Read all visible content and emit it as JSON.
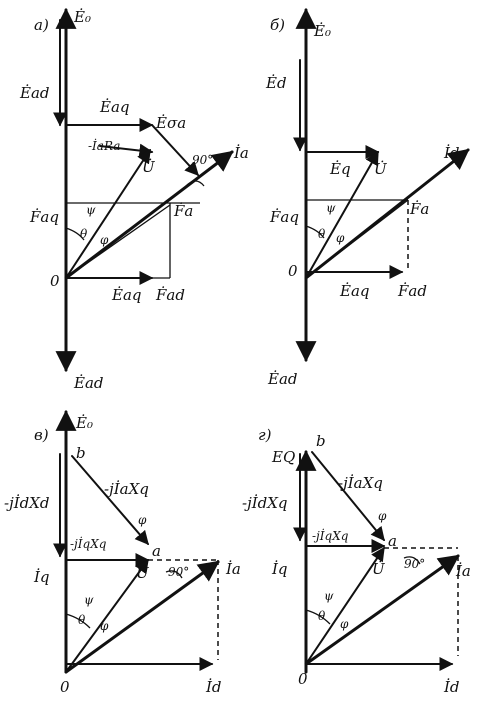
{
  "panels": {
    "a": {
      "tag": "а)",
      "E0": "Ė₀",
      "Ead": "Ėad",
      "Eaq": "Ėaq",
      "Esa": "Ėσa",
      "IaRa": "-İaRa",
      "U": "U̇",
      "angle": "90°",
      "Ia": "İa",
      "Faq": "Ḟaq",
      "psi": "ψ",
      "theta": "θ",
      "phi": "φ",
      "Fa": "Ḟa",
      "origin": "0",
      "Eaq2": "Ėaq",
      "Fad": "Ḟad",
      "Ead2": "Ėad"
    },
    "b": {
      "tag": "б)",
      "E0": "Ė₀",
      "Ed": "Ėd",
      "Eq": "Ėq",
      "U": "U̇",
      "Id": "İd",
      "Faq": "Ḟaq",
      "psi": "ψ",
      "theta": "θ",
      "phi": "φ",
      "Fa": "Ḟa",
      "origin": "0",
      "Eaq": "Ėaq",
      "Fad": "Ḟad",
      "Ead": "Ėad"
    },
    "c": {
      "tag": "в)",
      "E0": "Ė₀",
      "b": "b",
      "jIdXd": "-jİdXd",
      "jIaXq": "-jİaXq",
      "phi": "φ",
      "jIqXq": "-jİqXq",
      "a": "a",
      "Iq": "İq",
      "U": "U̇",
      "angle": "90°",
      "Ia": "İa",
      "psi": "ψ",
      "theta": "θ",
      "phi2": "φ",
      "origin": "0",
      "Id": "İd"
    },
    "d": {
      "tag": "г)",
      "EQ": "EQ",
      "b": "b",
      "jIdXq": "-jİdXq",
      "jIaXq": "-jİaXq",
      "phi": "φ",
      "jIqXq": "-jİqXq",
      "a": "a",
      "Iq": "İq",
      "U": "U̇",
      "angle": "90°",
      "Ia": "İa",
      "psi": "ψ",
      "theta": "θ",
      "phi2": "φ",
      "origin": "0",
      "Id": "İd"
    }
  }
}
